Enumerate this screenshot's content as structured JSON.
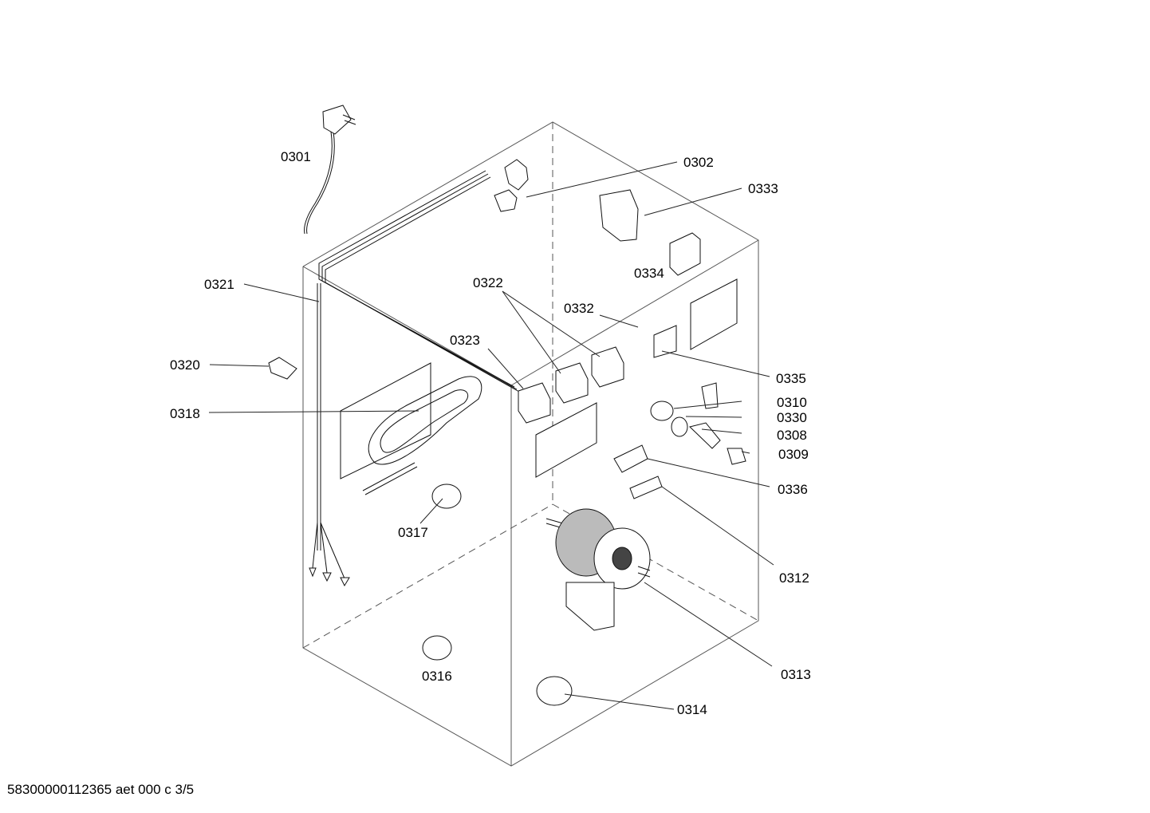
{
  "labels": {
    "p0301": "0301",
    "p0302": "0302",
    "p0333": "0333",
    "p0334": "0334",
    "p0321": "0321",
    "p0322": "0322",
    "p0332": "0332",
    "p0323": "0323",
    "p0320": "0320",
    "p0335": "0335",
    "p0310": "0310",
    "p0318": "0318",
    "p0330": "0330",
    "p0308": "0308",
    "p0309": "0309",
    "p0336": "0336",
    "p0317": "0317",
    "p0312": "0312",
    "p0313": "0313",
    "p0316": "0316",
    "p0314": "0314"
  },
  "footer": "58300000112365 aet 000 c 3/5"
}
